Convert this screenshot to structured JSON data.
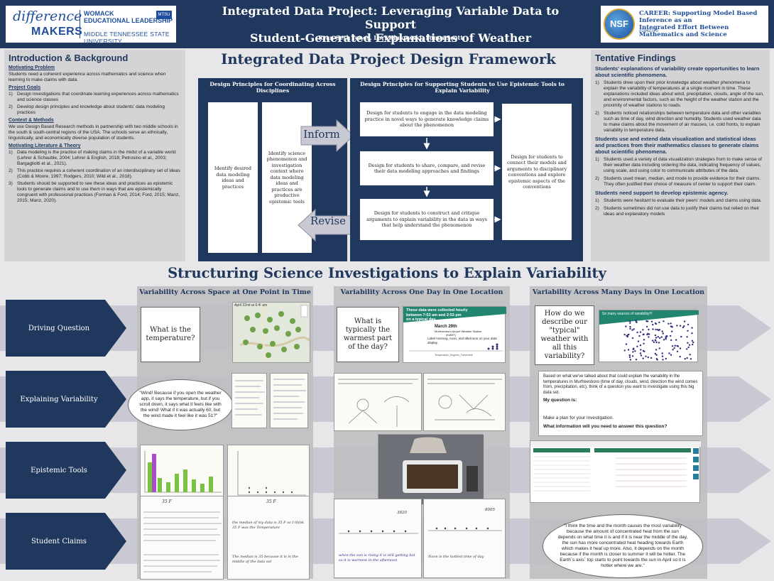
{
  "header": {
    "logo_difference": "difference",
    "logo_makers": "MAKERS",
    "logo_womack_1": "WOMACK",
    "logo_womack_2": "EDUCATIONAL LEADERSHIP",
    "logo_mtsu_mini": "MTSU",
    "logo_mtsu": "MIDDLE TENNESSEE STATE UNIVERSITY",
    "title_line1": "Integrated Data Project: Leveraging Variable Data to Support",
    "title_line2": "Student-Generated Explanations of Weather",
    "authors": "Ryan Seth Jones, Lori Klukowski, Fonya Scott",
    "nsf_logo": "NSF",
    "nsf_line1": "CAREER: Supporting Model Based Inference as an",
    "nsf_line2": "Integrated Effort Between Mathematics and Science",
    "nsf_number": "#1942770"
  },
  "intro": {
    "title": "Introduction & Background",
    "motivating_problem_head": "Motivating Problem",
    "motivating_problem": "Students need a coherent experience across mathematics and science when learning to make claims with data.",
    "project_goals_head": "Project Goals",
    "goals": [
      {
        "n": "1)",
        "text": "Design investigations that coordinate learning experiences across mathematics and science classes"
      },
      {
        "n": "2)",
        "text": "Develop design principles and knowledge about students' data modeling practices"
      }
    ],
    "context_head": "Context & Methods",
    "context": "We use Design Based Research methods in partnership with two middle schools in the south & south-central regions of the USA. The schools serve an ethnically, linguistically, and economically diverse population of students.",
    "lit_head": "Motivating Literature & Theory",
    "lit": [
      {
        "n": "1)",
        "text": "Data modeling is the practice of making claims in the midst of a variable world (Lehrer & Schauble, 2004; Lehrer & English, 2018; Petrosino et al., 2003; Bargagliotti et al., 2021)."
      },
      {
        "n": "2)",
        "text": "This practice requires a coherent coordination of an interdisciplinary set of ideas (Cobb & Moore, 1997; Rodgers, 2010; Wild et al., 2018)."
      },
      {
        "n": "3)",
        "text": "Students should be supported to see these ideas and practices as epistemic tools to generate claims and to use them in ways that are epistemically congruent with professional practices (Forman & Ford, 2014; Ford, 2015; Manz, 2015; Manz, 2020)."
      }
    ]
  },
  "framework": {
    "title": "Integrated Data Project Design Framework",
    "left_head": "Design Principles for Coordinating Across Disciplines",
    "right_head": "Design Principles for Supporting Students to Use Epistemic Tools to Explain Variability",
    "box_identify_data": "Identify desired data modeling ideas and practices",
    "box_identify_science": "Identify science phenomenon and investigation context where data modeling ideas and practices are productive epistemic tools",
    "inform": "Inform",
    "revise": "Revise",
    "box_engage": "Design for students to engage in the data modeling practice in novel ways to generate knowledge claims about the phenomenon",
    "box_share": "Design for students to share, compare, and revise their data modeling approaches and findings",
    "box_construct": "Design for students to construct and critique arguments to explain variability in the data in ways that help understand the phenomenon",
    "box_connect": "Design for students to connect their models and arguments to disciplinary conventions and explore epistemic aspects of the conventions"
  },
  "findings": {
    "title": "Tentative Findings",
    "head1": "Students' explanations of variability create opportunities to learn about scientific phenomena.",
    "list1": [
      {
        "n": "1)",
        "text": "Students drew upon their prior knowledge about weather phenomena to explain the variability of temperatures at a single moment in time. These explanations included ideas about wind, precipitation, clouds, angle of the sun, and environmental factors, such as the height of the weather station and the proximity of weather stations to roads."
      },
      {
        "n": "2)",
        "text": "Students noticed relationships between temperature data and other variables such as time of day, wind direction and humidity. Students used weather data to make claims about the movement of air masses, i.e. cold fronts, to explain variability in temperature data."
      }
    ],
    "head2": "Students use and extend data visualization and statistical ideas and practices from their mathematics classes to generate claims about scientific phenomena.",
    "list2": [
      {
        "n": "1)",
        "text": "Students used a variety of data visualization strategies from to make sense of their weather data including ordering the data, indicating frequency of values, using scale, and using color to communicate attributes of the data."
      },
      {
        "n": "2)",
        "text": "Students used mean, median, and mode to provide evidence for their claims. They often justified their choice of measure of center to support their claim."
      }
    ],
    "head3": "Students need support to develop epistemic agency.",
    "list3": [
      {
        "n": "1)",
        "text": "Students were hesitant to evaluate their peers' models and claims using data."
      },
      {
        "n": "2)",
        "text": "Students sometimes did not use data to justify their claims but relied on their ideas and explanatory models"
      }
    ]
  },
  "structuring": {
    "title": "Structuring Science Investigations to Explain Variability",
    "columns": [
      "Variability Across Space at One Point in Time",
      "Variability Across One Day in One Location",
      "Variability Across Many Days in One Location"
    ],
    "rows": [
      "Driving Question",
      "Explaining Variability",
      "Epistemic Tools",
      "Student Claims"
    ],
    "q1": "What is the temperature?",
    "q2": "What is typically the warmest part of the day?",
    "q3": "How do we describe our \"typical\" weather with all this variability?",
    "map_caption": "April 22nd at 6:45am",
    "day_banner_1": "These data were collected hourly",
    "day_banner_2": "between 7:53 am and 2:53 pm",
    "day_banner_3": "on a typical day.",
    "day_date": "March 29th",
    "day_station": "Murfreesboro Airport Weather Station",
    "day_station_code": "(KMBT)",
    "day_instr": "Label morning, noon, and afternoon on your data display.",
    "day_axis": "Temperature_Degrees_Fahrenheit",
    "many_banner": "So many sources of variability!!!",
    "wind_quote": "\"Wind! Because if you open the weather app, it says the temperature, but if you scroll down, it says what it feels like with the wind! What if it was actually 60, but the wind made it feel like it was 51?\"",
    "plan_text": "Based on what we've talked about that could explain the variability in the temperatures in Murfreesboro (time of day, clouds, wind, direction the wind comes from, precipitation, etc), think of a question you want to investigate using this big data set.",
    "plan_q": "My question is:",
    "plan_make": "Make a plan for your investigation.",
    "plan_info": "What information will you need to answer this question?",
    "sun_quote": "\"I think the time and the month causes the most variability because the amount of concentrated heat from the sun depends on what time it is and if it is near the middle of the day, the sun has more concentrated heat heading towards Earth which makes it heat up more. Also, it depends on the month because if the month is closer to summer it will be hotter. The Earth`s axis` top starts to point towards the sun in April so it is hotter where we are.\"",
    "claim_temp_1": "35 F",
    "claim_temp_2": "35 F",
    "claim_num_1": "3820",
    "claim_num_2": "8005",
    "claim_hand_1": "the median of my data is 35 F so I think 35 F was the Temperature",
    "claim_hand_2": "The median is 35 because it is in the middle of the data set",
    "claim_hand_3": "when the sun is rising it is still getting hot so it is warmest in the afternoon",
    "claim_hand_4": "Noon is the hottest time of day"
  },
  "colors": {
    "navy": "#20385e",
    "panel_grey": "#d4d4d6",
    "column_grey": "#bfbfc2",
    "arrow_grey": "#c9c9d3",
    "map_green": "#6fa34a",
    "chart_green": "#7cc242",
    "chart_purple": "#a94fc5",
    "dot_navy": "#2f2f7a"
  }
}
